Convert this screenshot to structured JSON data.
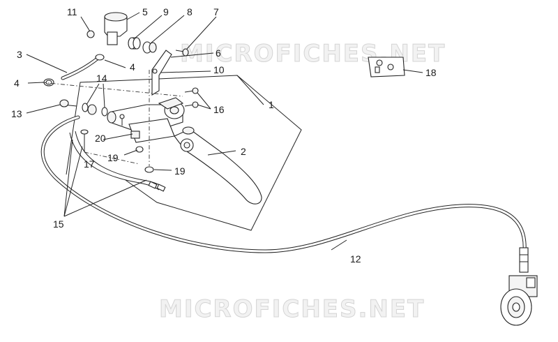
{
  "watermark": {
    "text": "MICROFICHES.NET"
  },
  "callouts": [
    {
      "id": "c1",
      "label": "1"
    },
    {
      "id": "c2",
      "label": "2"
    },
    {
      "id": "c3",
      "label": "3"
    },
    {
      "id": "c4a",
      "label": "4"
    },
    {
      "id": "c4b",
      "label": "4"
    },
    {
      "id": "c5",
      "label": "5"
    },
    {
      "id": "c6",
      "label": "6"
    },
    {
      "id": "c7",
      "label": "7"
    },
    {
      "id": "c8",
      "label": "8"
    },
    {
      "id": "c9",
      "label": "9"
    },
    {
      "id": "c10",
      "label": "10"
    },
    {
      "id": "c11",
      "label": "11"
    },
    {
      "id": "c12",
      "label": "12"
    },
    {
      "id": "c13",
      "label": "13"
    },
    {
      "id": "c14",
      "label": "14"
    },
    {
      "id": "c15",
      "label": "15"
    },
    {
      "id": "c16",
      "label": "16"
    },
    {
      "id": "c17",
      "label": "17"
    },
    {
      "id": "c18",
      "label": "18"
    },
    {
      "id": "c19a",
      "label": "19"
    },
    {
      "id": "c19b",
      "label": "19"
    },
    {
      "id": "c20",
      "label": "20"
    }
  ]
}
